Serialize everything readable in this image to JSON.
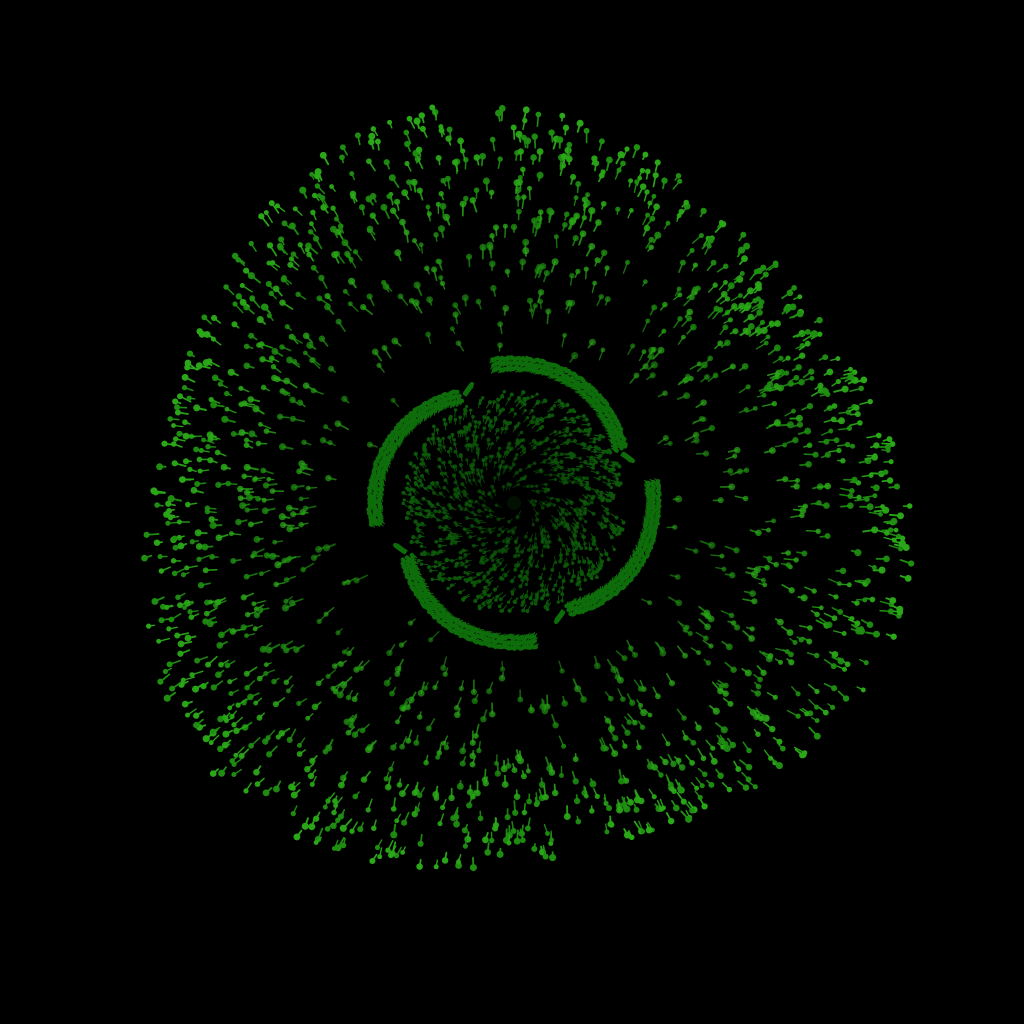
{
  "palette": {
    "background": "#000000",
    "outer_particle": "#1f8f12",
    "outer_particle_bright": "#2aa818",
    "inner_particle": "#0d5a0a",
    "ring_particle": "#0f6e0c",
    "core": "#021002"
  },
  "scene": {
    "outer_particle_count": 1400,
    "inner_particle_count": 900,
    "ring_arm_count": 4
  }
}
